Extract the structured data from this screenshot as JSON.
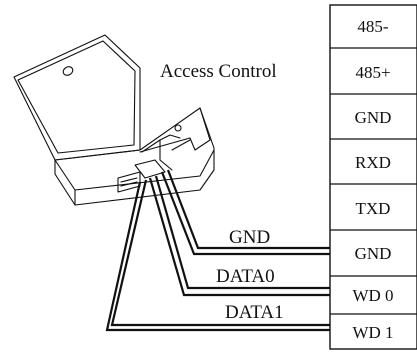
{
  "device": {
    "label": "Access  Control"
  },
  "wires": [
    {
      "label": "GND"
    },
    {
      "label": "DATA0"
    },
    {
      "label": "DATA1"
    }
  ],
  "terminal_block": {
    "terminals": [
      "485-",
      "485+",
      "GND",
      "RXD",
      "TXD",
      "GND",
      "WD 0",
      "WD 1"
    ]
  },
  "colors": {
    "line": "#111111",
    "background": "#ffffff"
  }
}
